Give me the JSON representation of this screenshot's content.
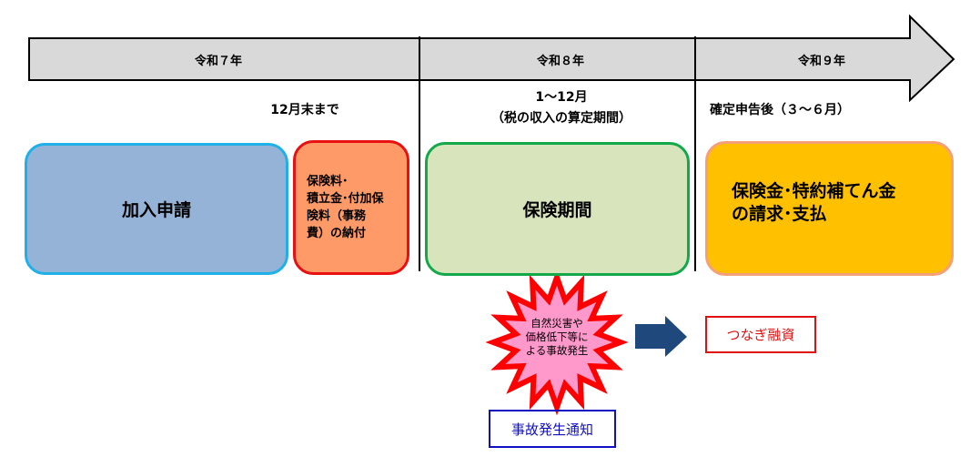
{
  "timeline": {
    "years": [
      "令和７年",
      "令和８年",
      "令和９年"
    ]
  },
  "period_labels": {
    "deadline": "12月末まで",
    "months": "1～12月",
    "tax_period": "（税の収入の算定期間）",
    "after_filing": "確定申告後（３～６月）"
  },
  "steps": {
    "apply": "加入申請",
    "payment_lines": [
      "保険料･",
      "積立金･付加保",
      "険料（事務",
      "費）の納付"
    ],
    "coverage": "保険期間",
    "claim_lines": [
      "保険金･特約補てん金",
      "の請求･支払"
    ]
  },
  "incident": {
    "lines": [
      "自然災害や",
      "価格低下等に",
      "よる事故発生"
    ],
    "notice": "事故発生通知",
    "bridge_loan": "つなぎ融資"
  },
  "colors": {
    "arrow": "#d9d9d9",
    "apply": "#95b3d7",
    "payment": "#fd9a68",
    "coverage": "#d8e4bc",
    "claim": "#ffc000",
    "burst": "#ff99cc",
    "burst_border": "#ff0000",
    "blue_arrow": "#1f497d"
  }
}
